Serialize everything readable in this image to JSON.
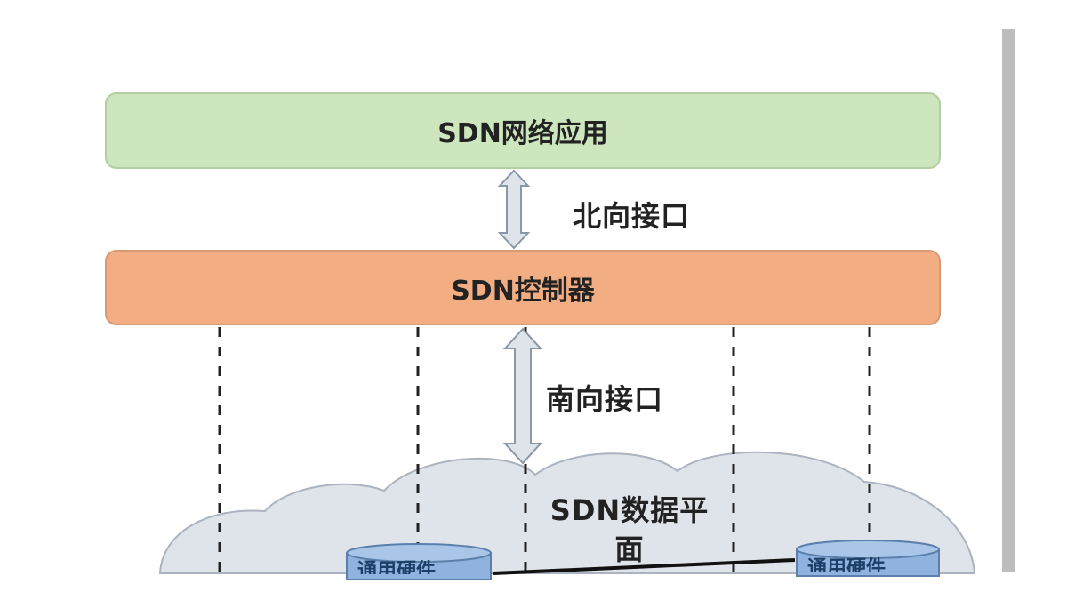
{
  "layers": {
    "application": "SDN网络应用",
    "controller": "SDN控制器",
    "data_plane": "SDN数据平面"
  },
  "interfaces": {
    "northbound": "北向接口",
    "southbound": "南向接口"
  },
  "devices": {
    "left": "通用硬件",
    "right": "通用硬件"
  },
  "colors": {
    "application_fill": "#cde6bd",
    "controller_fill": "#f2ad83",
    "cloud_fill": "#dfe3ea",
    "device_fill": "#8fb3de",
    "arrow_fill": "#dfe4ea"
  }
}
